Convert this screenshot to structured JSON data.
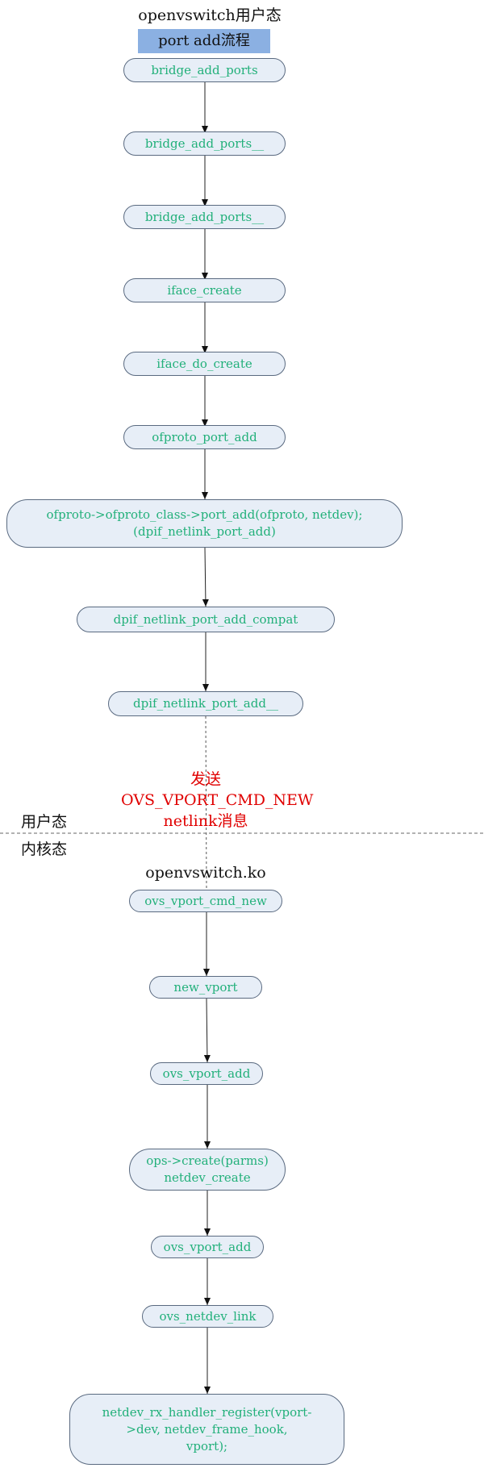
{
  "title": "openvswitch用户态",
  "subtitle": "port add流程",
  "user_nodes": [
    "bridge_add_ports",
    "bridge_add_ports__",
    "bridge_add_ports__",
    "iface_create",
    "iface_do_create",
    "ofproto_port_add",
    "ofproto->ofproto_class->port_add(ofproto, netdev);\n(dpif_netlink_port_add)",
    "dpif_netlink_port_add_compat",
    "dpif_netlink_port_add__"
  ],
  "send_message": [
    "发送",
    "OVS_VPORT_CMD_NEW",
    "netlink消息"
  ],
  "labels": {
    "user_space": "用户态",
    "kernel_space": "内核态"
  },
  "kernel_title": "openvswitch.ko",
  "kernel_nodes": [
    "ovs_vport_cmd_new",
    "new_vport",
    "ovs_vport_add",
    "ops->create(parms)\nnetdev_create",
    "ovs_vport_add",
    "ovs_netdev_link",
    "netdev_rx_handler_register(vport-\n>dev, netdev_frame_hook,\nvport);"
  ],
  "colors": {
    "node_fill": "#e7eef7",
    "node_text": "#22b07a",
    "subtitle_fill": "#8bb0e2",
    "send_text": "#e00000"
  }
}
